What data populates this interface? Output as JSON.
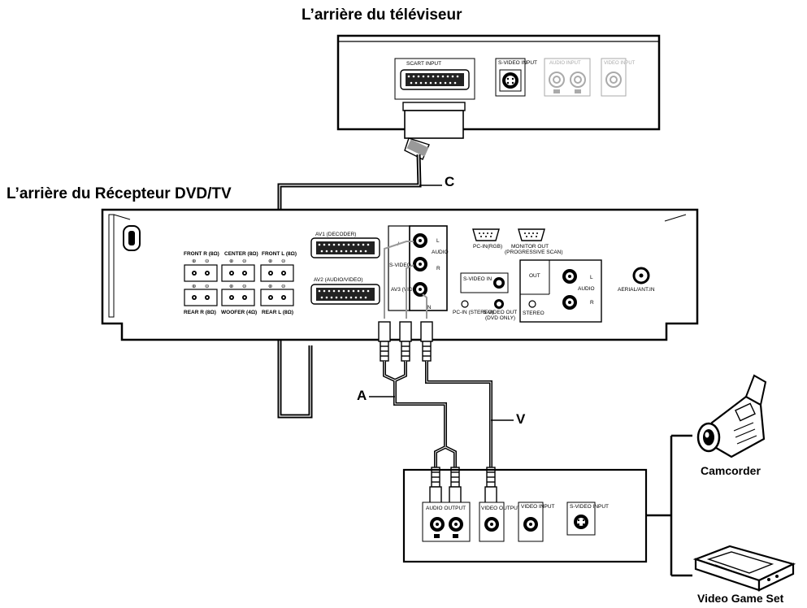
{
  "titles": {
    "tv_back": "L’arrière du téléviseur",
    "receiver_back": "L’arrière du Récepteur DVD/TV"
  },
  "cable_labels": {
    "c": "C",
    "a": "A",
    "v": "V"
  },
  "devices": {
    "camcorder": "Camcorder",
    "video_game_set": "Video Game Set"
  },
  "tv_panel": {
    "scart_input": "SCART INPUT",
    "svideo_input": "S-VIDEO INPUT",
    "audio_input": "AUDIO INPUT",
    "video_input": "VIDEO INPUT"
  },
  "receiver_panel": {
    "front_r": "FRONT R (8Ω)",
    "center": "CENTER (8Ω)",
    "front_l": "FRONT L (8Ω)",
    "rear_r": "REAR R (8Ω)",
    "woofer": "WOOFER (4Ω)",
    "rear_l": "REAR L (8Ω)",
    "av1": "AV1 (DECODER)",
    "av2": "AV2 (AUDIO/VIDEO)",
    "av3": "AV3 (VIDEO)",
    "slash": "/",
    "svideo": "S-VIDEO",
    "audio": "AUDIO",
    "l": "L",
    "r": "R",
    "in": "IN",
    "pc_in_rgb": "PC-IN(RGB)",
    "monitor_out": "MONITOR OUT",
    "progressive": "(PROGRESSIVE SCAN)",
    "svideo_in": "S-VIDEO IN",
    "pc_in_stereo": "PC-IN (STEREO)",
    "svideo_out": "S-VIDEO OUT",
    "dvd_only": "(DVD ONLY)",
    "out": "OUT",
    "stereo": "STEREO",
    "aerial": "AERIAL/ANT.IN"
  },
  "source_panel": {
    "audio_output": "AUDIO OUTPUT",
    "video_output": "VIDEO OUTPUT",
    "video_input": "VIDEO INPUT",
    "svideo_input": "S-VIDEO INPUT"
  }
}
